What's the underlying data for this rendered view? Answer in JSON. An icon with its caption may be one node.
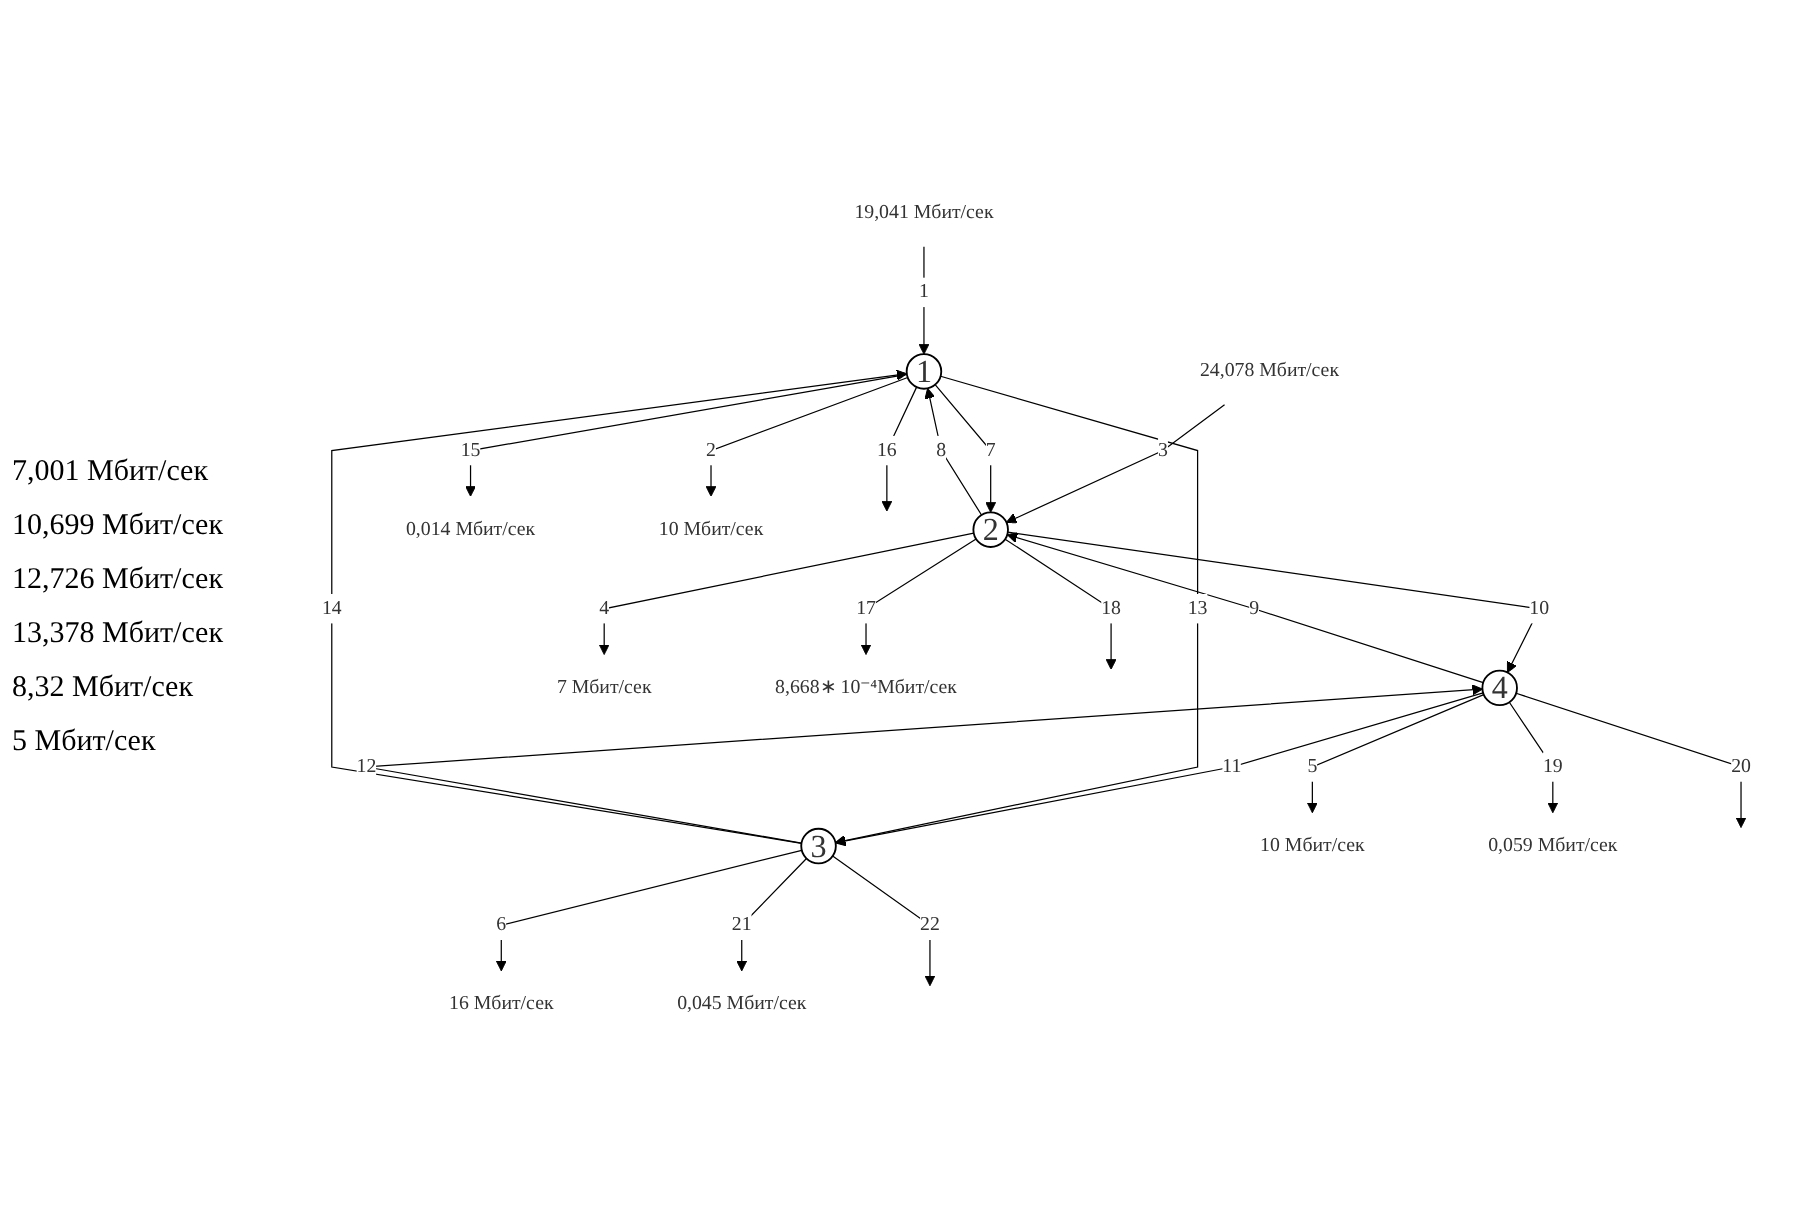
{
  "diagram": {
    "nodes": [
      {
        "text": [
          "1"
        ]
      },
      {
        "text": [
          "2"
        ]
      },
      {
        "text": [
          "3"
        ]
      },
      {
        "text": [
          "4"
        ]
      },
      {
        "text": [
          "0,014 Мбит/сек"
        ]
      },
      {
        "text": [
          "24,078 Мбит/сек"
        ]
      },
      {
        "text": [
          "7 Мбит/сек"
        ]
      },
      {
        "text": [
          "10 Мбит/сек"
        ]
      },
      {
        "text": [
          "8,668∗ 10⁻⁴Мбит/сек"
        ]
      },
      {
        "text": [
          "19,041 Мбит/сек"
        ]
      },
      {
        "text": [
          "10 Мбит/сек"
        ]
      },
      {
        "text": [
          "0,045 Мбит/сек"
        ]
      },
      {
        "text": [
          "0,059 Мбит/сек"
        ]
      },
      {
        "text": [
          "16 Мбит/сек"
        ]
      }
    ],
    "edges": [
      {
        "from": 9,
        "to": 0,
        "arrow": "to",
        "label": "1"
      },
      {
        "from": 0,
        "to": 7,
        "arrow": "to",
        "label": "2"
      },
      {
        "from": 5,
        "to": 1,
        "arrow": "to",
        "label": "3"
      },
      {
        "from": 1,
        "to": 6,
        "arrow": "to",
        "label": "4"
      },
      {
        "from": 3,
        "to": 10,
        "arrow": "to",
        "label": "5"
      },
      {
        "from": 2,
        "to": 13,
        "arrow": "to",
        "label": "6"
      },
      {
        "from": 0,
        "to": 1,
        "arrow": "to",
        "label": "7"
      },
      {
        "from": 1,
        "to": 0,
        "arrow": "to",
        "label": "8"
      },
      {
        "from": 3,
        "to": 1,
        "arrow": "to",
        "label": "9"
      },
      {
        "from": 1,
        "to": 3,
        "arrow": "to",
        "label": "10"
      },
      {
        "from": 3,
        "to": 2,
        "arrow": "to",
        "label": "11"
      },
      {
        "from": 2,
        "to": 3,
        "arrow": "to",
        "label": "12"
      },
      {
        "from": 0,
        "to": 2,
        "arrow": "to",
        "label": "13"
      },
      {
        "from": 2,
        "to": 0,
        "arrow": "to",
        "label": "14"
      },
      {
        "from": 0,
        "to": 4,
        "arrow": "to",
        "label": "15"
      },
      {
        "from": 0,
        "to": null,
        "arrow": "to",
        "label": "16"
      },
      {
        "from": 1,
        "to": 8,
        "arrow": "to",
        "label": "17"
      },
      {
        "from": 1,
        "to": null,
        "arrow": "to",
        "label": "18"
      },
      {
        "from": 3,
        "to": 12,
        "arrow": "to",
        "label": "19"
      },
      {
        "from": 3,
        "to": null,
        "arrow": "to",
        "label": "20"
      },
      {
        "from": 2,
        "to": 11,
        "arrow": "to",
        "label": "21"
      },
      {
        "from": 2,
        "to": null,
        "arrow": "to",
        "label": "22"
      }
    ],
    "labels": [
      "7,001 Мбит/сек",
      "10,699 Мбит/сек",
      "12,726 Мбит/сек",
      "13,378 Мбит/сек",
      "8,32 Мбит/сек",
      "5 Мбит/сек"
    ]
  }
}
